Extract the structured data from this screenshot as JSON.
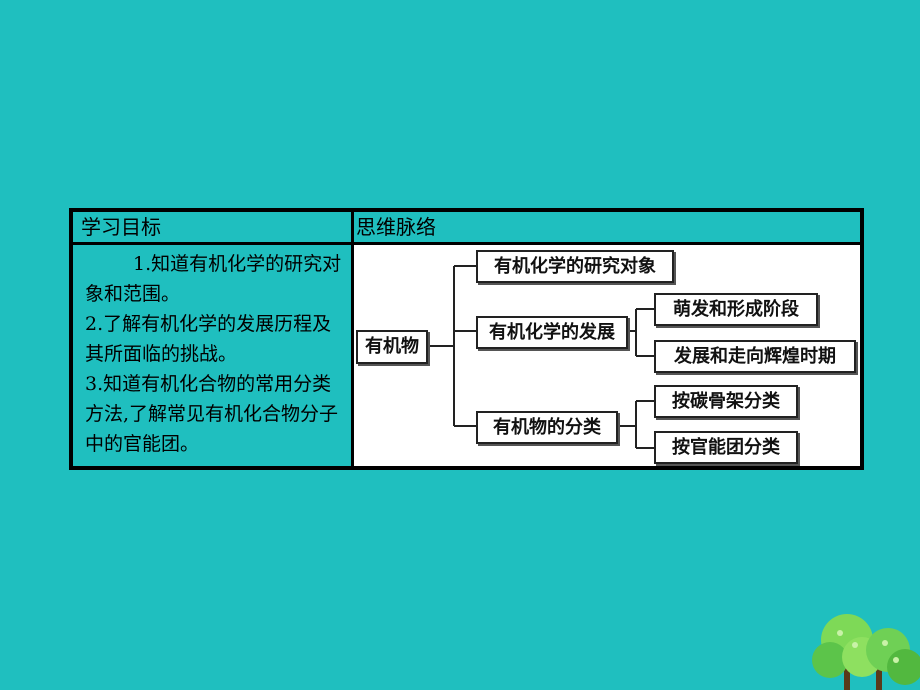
{
  "table": {
    "header_left": "学习目标",
    "header_right": "思维脉络"
  },
  "goals": [
    "1.知道有机化学的研究对象和范围。",
    "2.了解有机化学的发展历程及其所面临的挑战。",
    "3.知道有机化合物的常用分类方法,了解常见有机化合物分子中的官能团。"
  ],
  "mindmap": {
    "root": "有机物",
    "branch_1": "有机化学的研究对象",
    "branch_2": "有机化学的发展",
    "branch_2_children": [
      "萌发和形成阶段",
      "发展和走向辉煌时期"
    ],
    "branch_3": "有机物的分类",
    "branch_3_children": [
      "按碳骨架分类",
      "按官能团分类"
    ]
  },
  "colors": {
    "background": "#1fbfbf",
    "border": "#000000"
  }
}
